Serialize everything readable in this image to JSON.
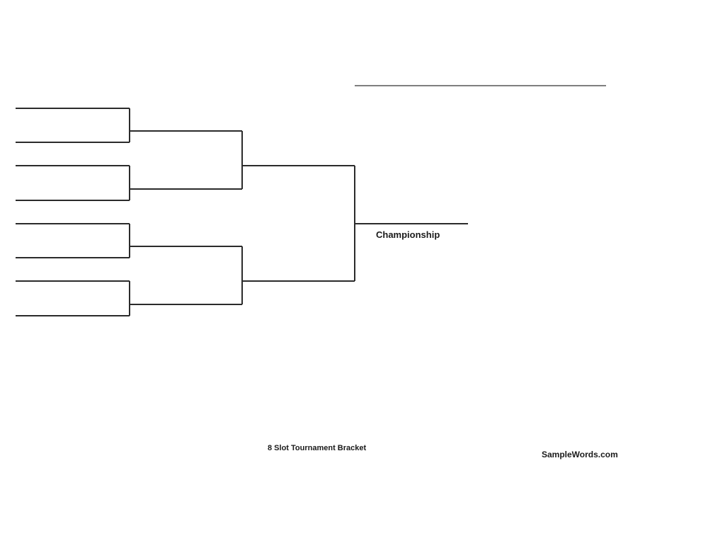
{
  "bracket": {
    "slot_count": 8,
    "championship_label": "Championship",
    "line_color": "#2b2b2b",
    "title_line_color": "#555555"
  },
  "footer": {
    "title": "8 Slot Tournament Bracket",
    "site": "SampleWords.com"
  }
}
